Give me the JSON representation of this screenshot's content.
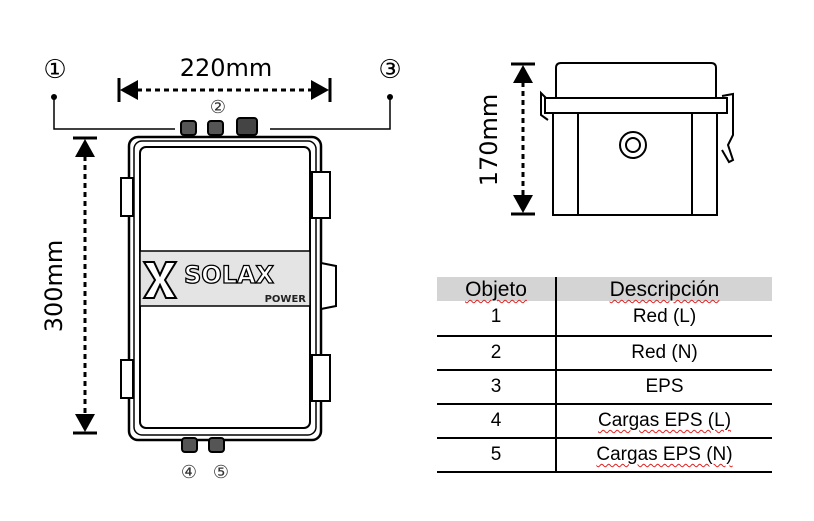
{
  "front_view": {
    "width_dimension": "220mm",
    "height_dimension": "300mm",
    "callouts": [
      "①",
      "②",
      "③",
      "④",
      "⑤"
    ],
    "logo": {
      "brand": "SOLAX",
      "sub": "POWER"
    }
  },
  "side_view": {
    "depth_dimension": "170mm"
  },
  "table": {
    "headers": [
      "Objeto",
      "Descripción"
    ],
    "rows": [
      {
        "item": "1",
        "description": "Red (L)"
      },
      {
        "item": "2",
        "description": "Red (N)"
      },
      {
        "item": "3",
        "description": "EPS"
      },
      {
        "item": "4",
        "description": "Cargas EPS (L)"
      },
      {
        "item": "5",
        "description": "Cargas EPS (N)"
      }
    ]
  }
}
